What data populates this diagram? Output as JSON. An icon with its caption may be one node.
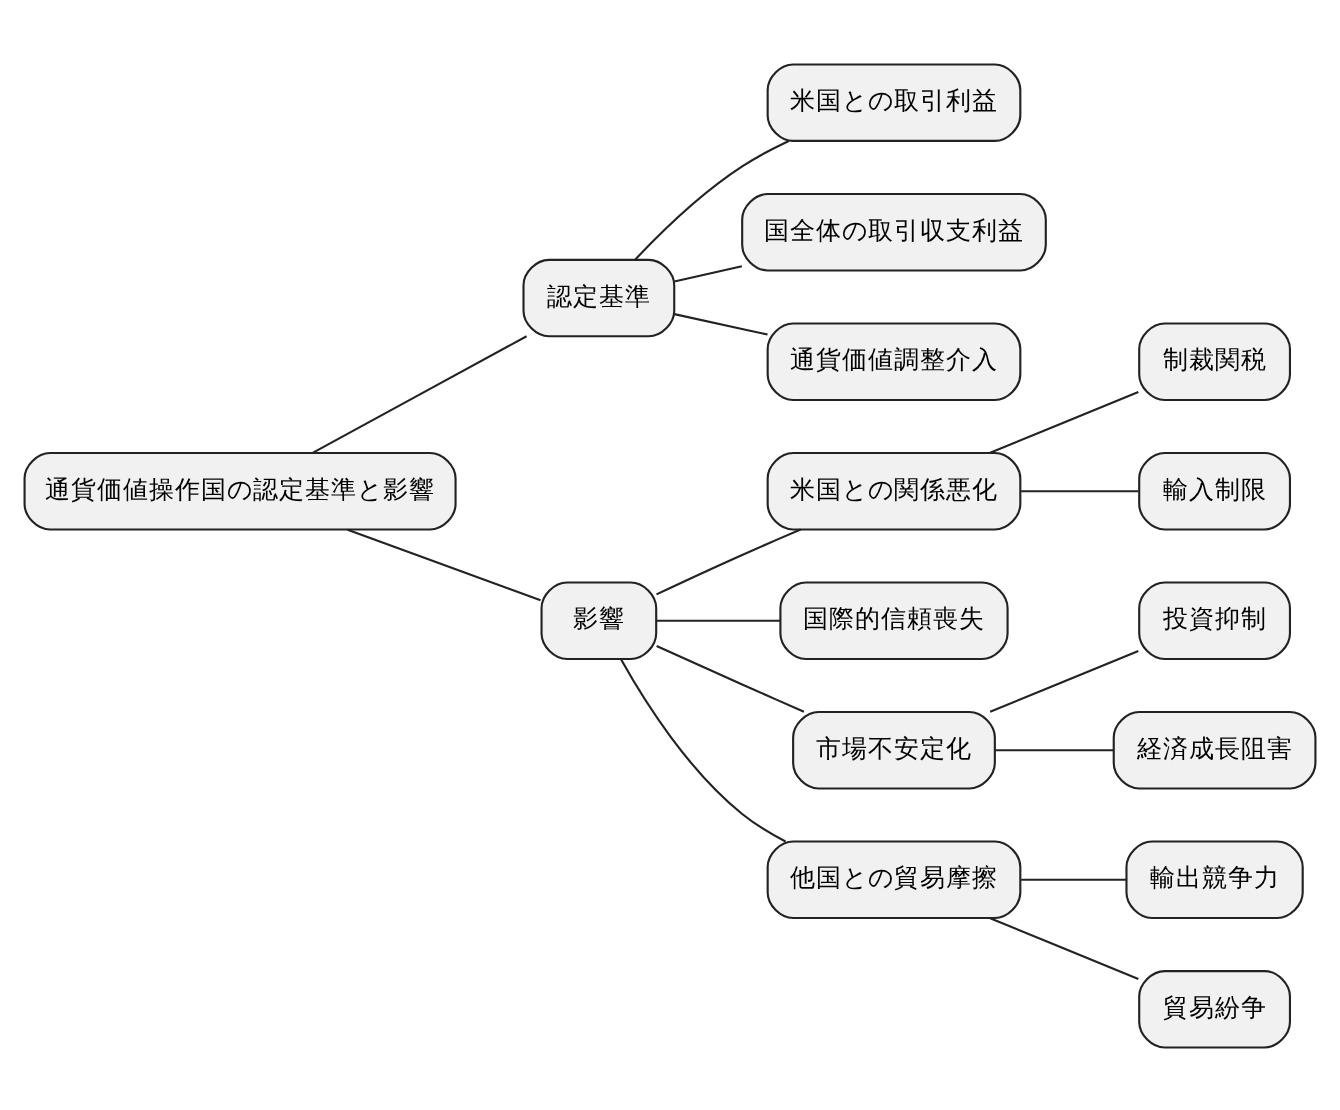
{
  "diagram": {
    "nodes": [
      {
        "text": [
          "通貨価値操作国の認定基準と影響"
        ]
      },
      {
        "text": [
          "認定基準"
        ]
      },
      {
        "text": [
          "米国との取引利益"
        ]
      },
      {
        "text": [
          "国全体の取引収支利益"
        ]
      },
      {
        "text": [
          "通貨価値調整介入"
        ]
      },
      {
        "text": [
          "影響"
        ]
      },
      {
        "text": [
          "米国との関係悪化"
        ]
      },
      {
        "text": [
          "制裁関税"
        ]
      },
      {
        "text": [
          "輸入制限"
        ]
      },
      {
        "text": [
          "国際的信頼喪失"
        ]
      },
      {
        "text": [
          "市場不安定化"
        ]
      },
      {
        "text": [
          "投資抑制"
        ]
      },
      {
        "text": [
          "経済成長阻害"
        ]
      },
      {
        "text": [
          "他国との貿易摩擦"
        ]
      },
      {
        "text": [
          "輸出競争力"
        ]
      },
      {
        "text": [
          "貿易紛争"
        ]
      }
    ],
    "edges": [
      {
        "from": 0,
        "to": 1,
        "arrow": "none"
      },
      {
        "from": 1,
        "to": 2,
        "arrow": "none"
      },
      {
        "from": 1,
        "to": 3,
        "arrow": "none"
      },
      {
        "from": 1,
        "to": 4,
        "arrow": "none"
      },
      {
        "from": 0,
        "to": 5,
        "arrow": "none"
      },
      {
        "from": 5,
        "to": 6,
        "arrow": "none"
      },
      {
        "from": 6,
        "to": 7,
        "arrow": "none"
      },
      {
        "from": 6,
        "to": 8,
        "arrow": "none"
      },
      {
        "from": 5,
        "to": 9,
        "arrow": "none"
      },
      {
        "from": 5,
        "to": 10,
        "arrow": "none"
      },
      {
        "from": 10,
        "to": 11,
        "arrow": "none"
      },
      {
        "from": 10,
        "to": 12,
        "arrow": "none"
      },
      {
        "from": 5,
        "to": 13,
        "arrow": "none"
      },
      {
        "from": 13,
        "to": 14,
        "arrow": "none"
      },
      {
        "from": 13,
        "to": 15,
        "arrow": "none"
      }
    ]
  }
}
